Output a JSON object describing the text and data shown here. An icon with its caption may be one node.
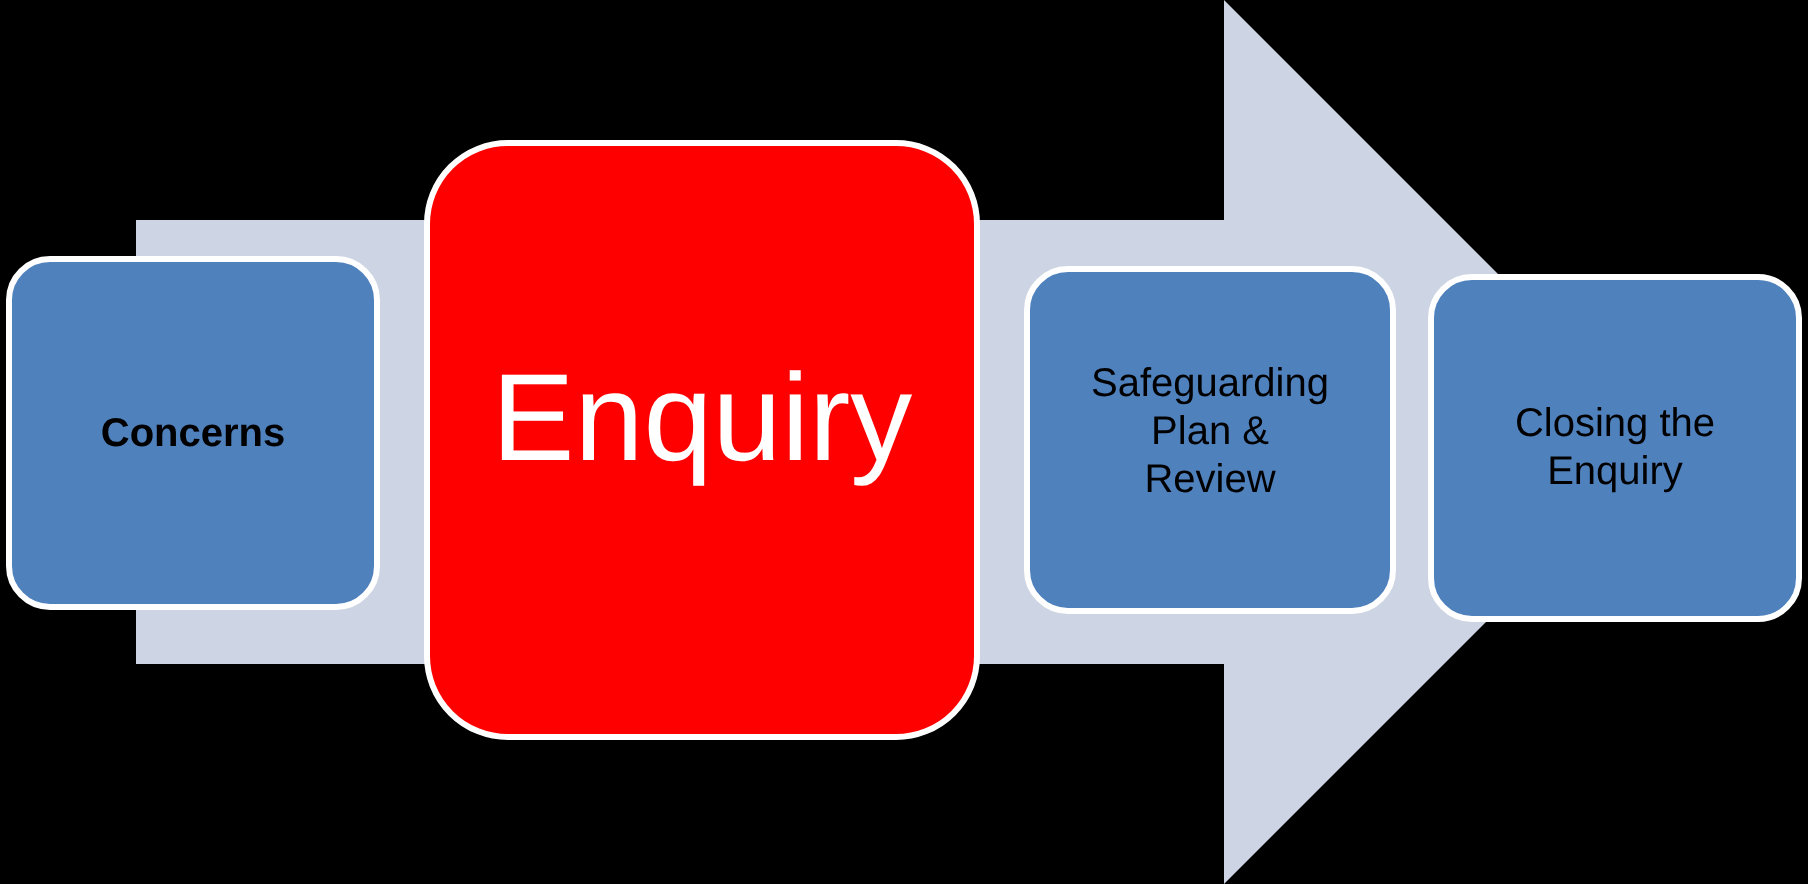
{
  "diagram": {
    "nodes": [
      {
        "text": [
          "Concerns"
        ]
      },
      {
        "text": [
          "Enquiry"
        ]
      },
      {
        "text": [
          "Safeguarding Plan & Review"
        ]
      },
      {
        "text": [
          "Closing the Enquiry"
        ]
      }
    ],
    "edges": [
      {
        "from": 0,
        "to": 3,
        "arrow": "to"
      }
    ]
  }
}
